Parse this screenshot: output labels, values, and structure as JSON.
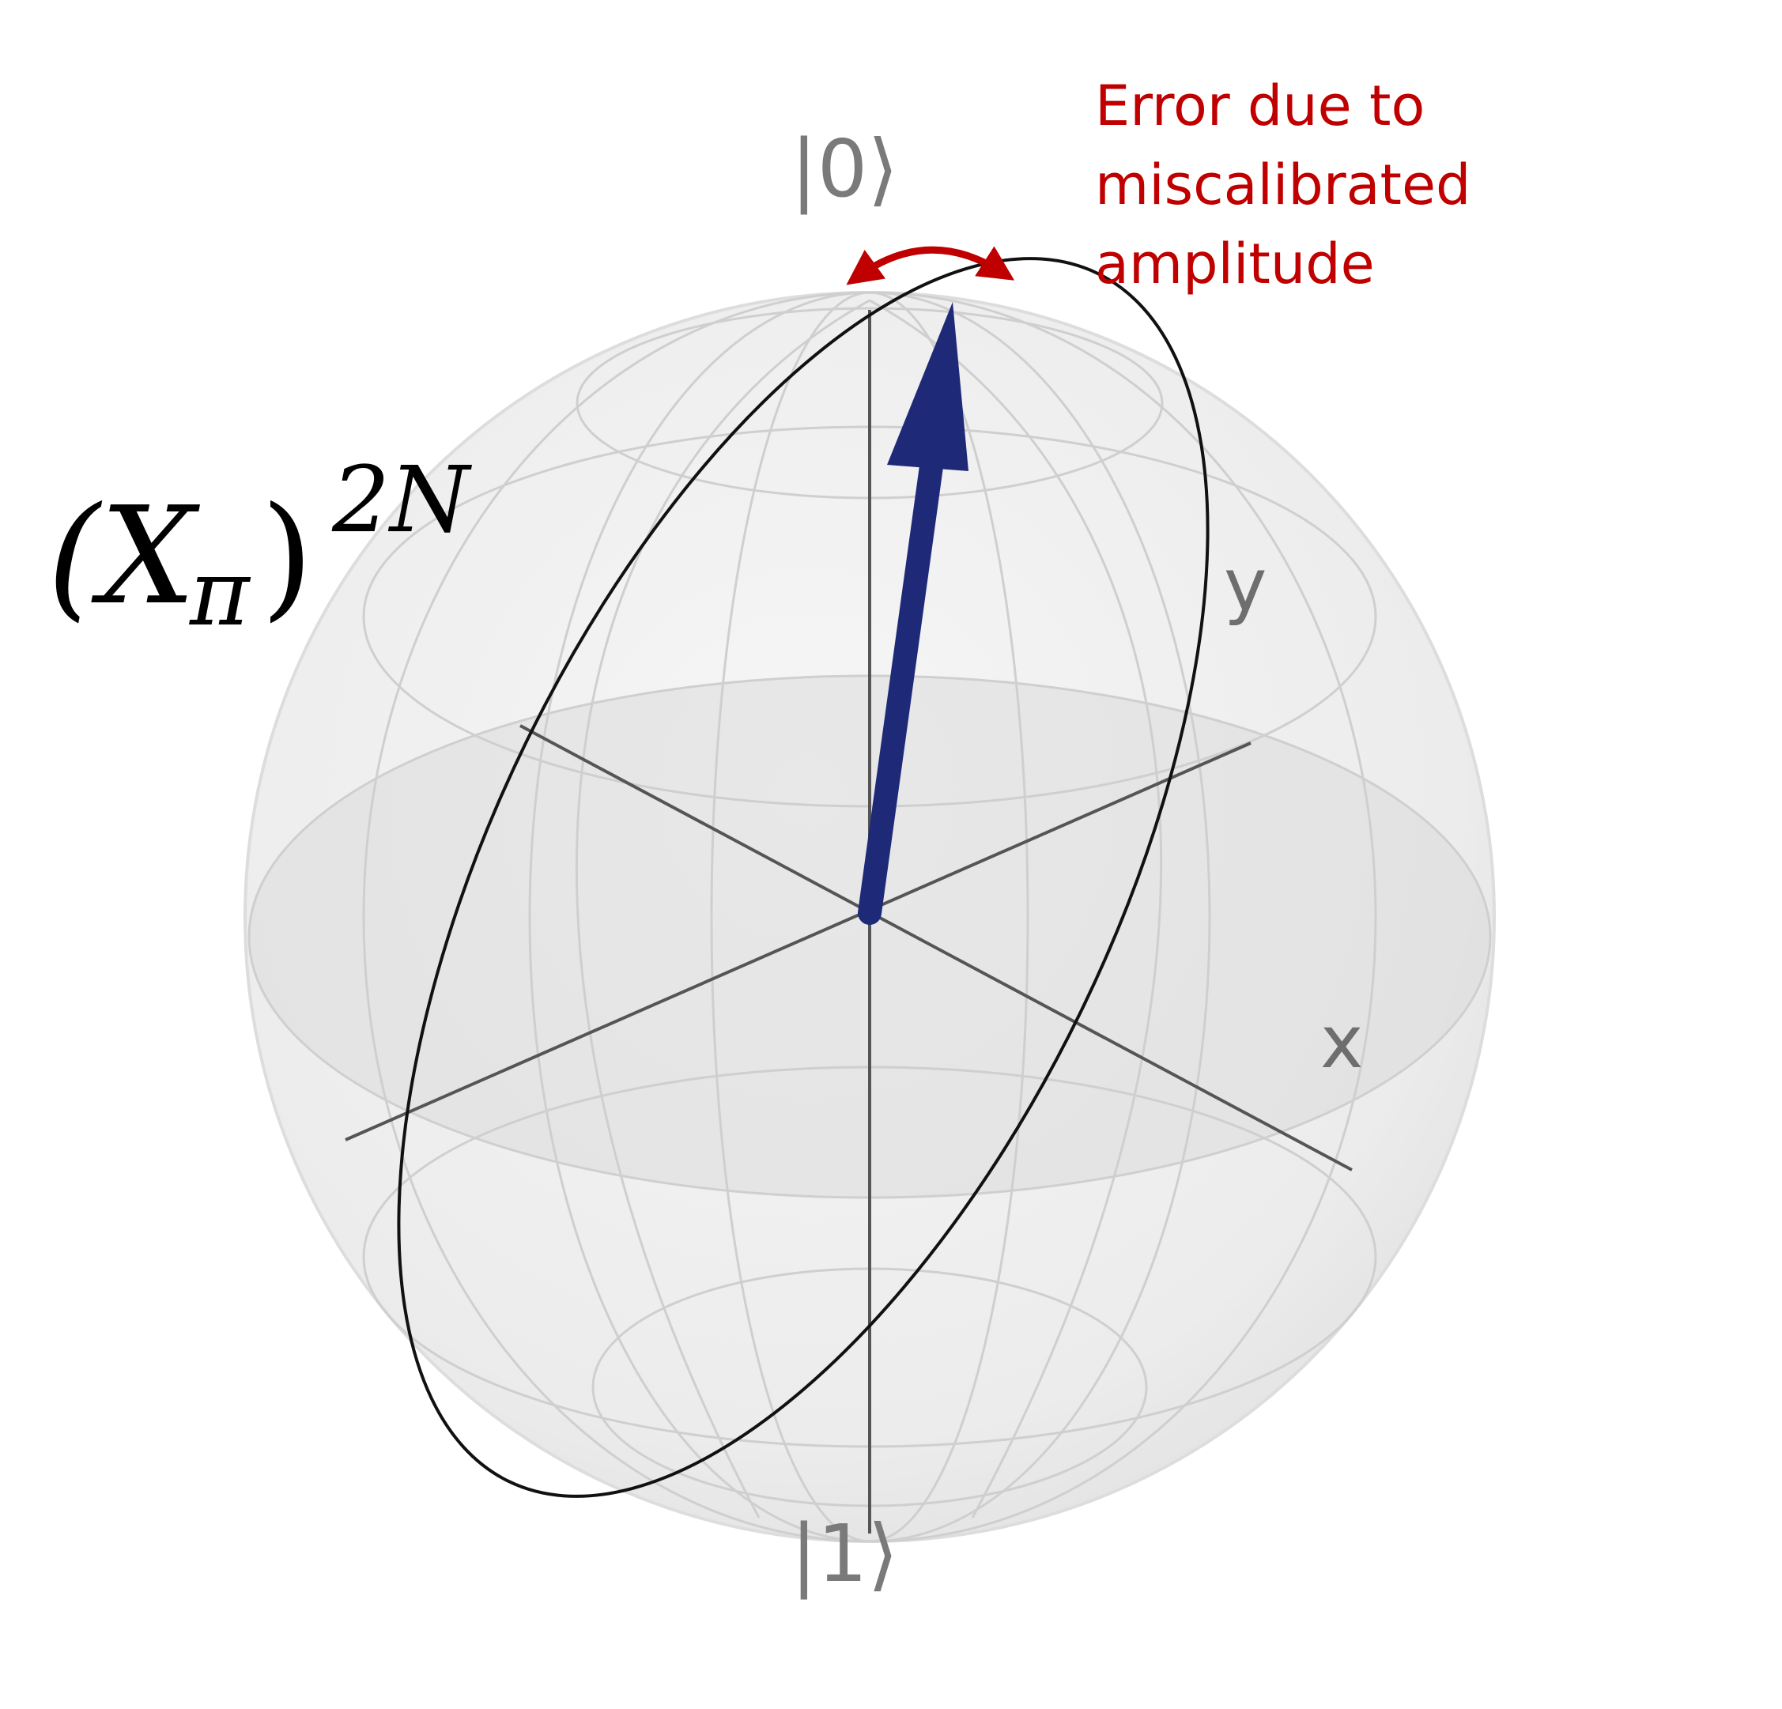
{
  "labels": {
    "ket_zero": "|0⟩",
    "ket_one": "|1⟩",
    "axis_x": "x",
    "axis_y": "y"
  },
  "annotation": {
    "lines": [
      "Error due to",
      "miscalibrated",
      "amplitude"
    ],
    "color": "#c00000"
  },
  "operator": {
    "base": "(X",
    "subscript": "π",
    "close": ")",
    "superscript": "2N"
  },
  "colors": {
    "state_vector": "#1e2a78",
    "trajectory": "#111111",
    "sphere": "#e9e9e9",
    "axes": "#555555"
  },
  "icons": [
    "double-headed-arc-arrow-icon"
  ]
}
